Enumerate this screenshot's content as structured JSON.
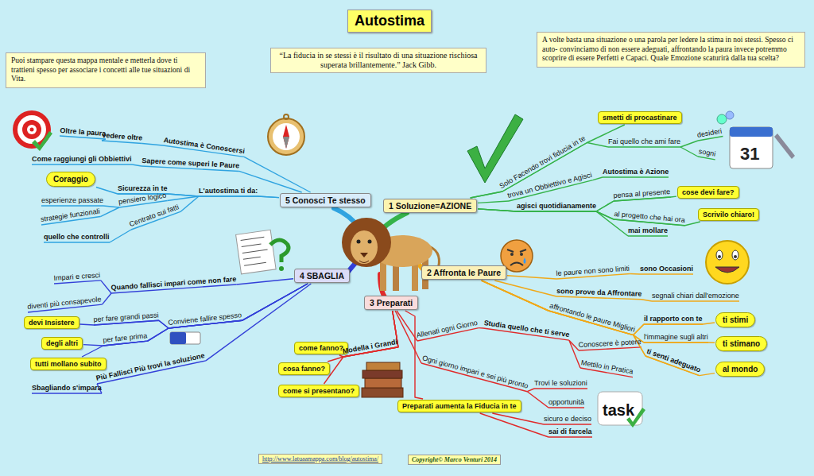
{
  "diagram": {
    "title": "Autostima",
    "nodes": [
      {
        "text": [
          "“La fiducia in se stessi è il risultato di una situazione rischiosa superata brillantemente.” Jack Gibb."
        ]
      },
      {
        "text": [
          "Puoi stampare questa mappa mentale e metterla dove ti trattieni spesso per associare i concetti alle tue situazioni di Vita."
        ]
      },
      {
        "text": [
          "A volte basta una situazione o una parola per ledere la stima in noi stessi. Spesso ci auto- convinciamo di non essere adeguati, affrontando la paura invece potremmo scoprire di essere Perfetti e Capaci. Quale Emozione scaturirà dalla tua scelta?"
        ]
      },
      {
        "text": [
          "1 Soluzione=AZIONE"
        ]
      },
      {
        "text": [
          "2 Affronta le Paure"
        ]
      },
      {
        "text": [
          "3 Preparati"
        ]
      },
      {
        "text": [
          "4 SBAGLIA"
        ]
      },
      {
        "text": [
          "5 Conosci Te stesso"
        ]
      },
      {
        "text": [
          "smetti di procastinare"
        ]
      },
      {
        "text": [
          "cose devi fare?"
        ]
      },
      {
        "text": [
          "Scrivilo chiaro!"
        ]
      },
      {
        "text": [
          "ti stimi"
        ]
      },
      {
        "text": [
          "ti stimano"
        ]
      },
      {
        "text": [
          "al mondo"
        ]
      },
      {
        "text": [
          "Coraggio"
        ]
      },
      {
        "text": [
          "devi Insistere"
        ]
      },
      {
        "text": [
          "degli altri"
        ]
      },
      {
        "text": [
          "tutti mollano subito"
        ]
      },
      {
        "text": [
          "come fanno?"
        ]
      },
      {
        "text": [
          "cosa fanno?"
        ]
      },
      {
        "text": [
          "come si presentano?"
        ]
      },
      {
        "text": [
          "Preparati aumenta la Fiducia in te"
        ]
      },
      {
        "text": [
          "http://www.latuaamappa.com/blog/autostima/"
        ]
      },
      {
        "text": [
          "Copyright© Marco Venturi 2014"
        ]
      }
    ],
    "edges": [
      {
        "from": 3,
        "to": 8,
        "arrow": "none"
      },
      {
        "from": 3,
        "to": 9,
        "arrow": "none"
      },
      {
        "from": 3,
        "to": 10,
        "arrow": "none"
      },
      {
        "from": 4,
        "to": 11,
        "arrow": "none"
      },
      {
        "from": 4,
        "to": 12,
        "arrow": "none"
      },
      {
        "from": 4,
        "to": 13,
        "arrow": "none"
      },
      {
        "from": 7,
        "to": 14,
        "arrow": "none"
      },
      {
        "from": 6,
        "to": 15,
        "arrow": "none"
      },
      {
        "from": 6,
        "to": 16,
        "arrow": "none"
      },
      {
        "from": 6,
        "to": 17,
        "arrow": "none"
      },
      {
        "from": 5,
        "to": 18,
        "arrow": "none"
      },
      {
        "from": 5,
        "to": 19,
        "arrow": "none"
      },
      {
        "from": 5,
        "to": 20,
        "arrow": "none"
      },
      {
        "from": 5,
        "to": 21,
        "arrow": "none"
      }
    ],
    "labels": [
      "Autostima è Conoscersi",
      "vedere oltre",
      "Oltre la paura",
      "Sapere come superi le Paure",
      "Come raggiungi gli Obbiettivi",
      "L'autostima ti da:",
      "Sicurezza in te",
      "esperienze passate",
      "pensiero logico",
      "strategie funzionali",
      "Centrato sui fatti",
      "quello che controlli",
      "Solo Facendo trovi fiducia in te",
      "Fai quello che ami fare",
      "desideri",
      "sogni",
      "trova un Obbiettivo e Agisci",
      "Autostima è Azione",
      "agisci quotidianamente",
      "pensa al presente",
      "al progetto che hai ora",
      "mai mollare",
      "le paure non sono limiti",
      "sono Occasioni",
      "sono prove da Affrontare",
      "segnali chiari dall'emozione",
      "affrontando le paure Migliori",
      "il rapporto con te",
      "l'immagine sugli altri",
      "ti senti adeguato",
      "Allenati ogni Giorno",
      "Studia quello che ti serve",
      "Conoscere è potere",
      "Mettilo in Pratica",
      "Modella i Grandi",
      "Ogni giorno impari e sei più pronto",
      "Trovi le soluzioni",
      "opportunità",
      "sicuro e deciso",
      "sai di farcela",
      "Quando fallisci impari come non fare",
      "Impari e cresci",
      "diventi più consapevole",
      "Conviene fallire spesso",
      "per fare grandi passi",
      "per fare prima",
      "Più Fallisci Più trovi la soluzione",
      "Sbagliando s'impara",
      "31",
      "task"
    ]
  }
}
